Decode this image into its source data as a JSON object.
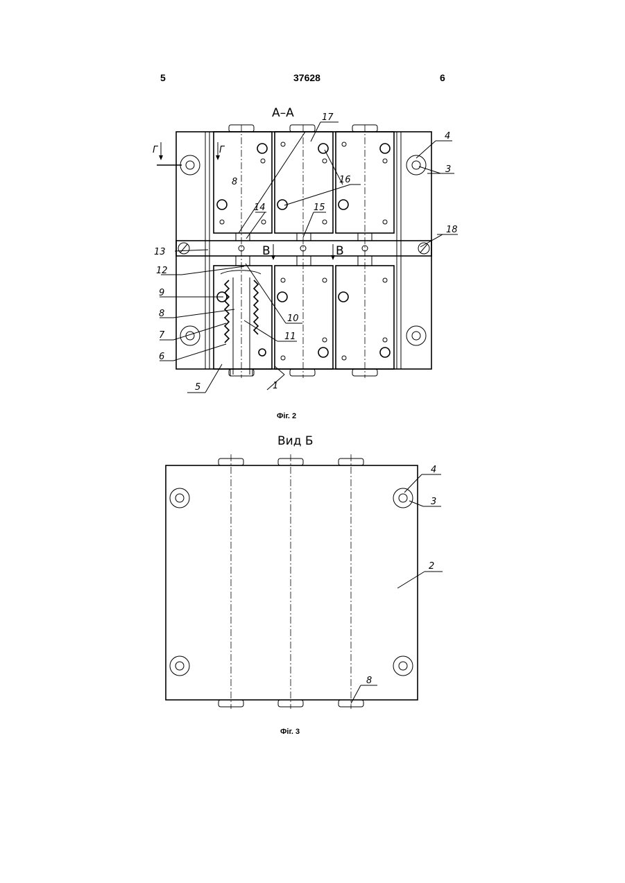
{
  "header": {
    "page_left": "5",
    "patent_number": "37628",
    "page_right": "6"
  },
  "fig2": {
    "section_title": "А–А",
    "caption": "Фіг. 2",
    "section_marks": [
      "Г",
      "Г",
      "В",
      "В"
    ],
    "callouts": [
      "1",
      "3",
      "4",
      "5",
      "6",
      "7",
      "8",
      "8",
      "9",
      "10",
      "11",
      "12",
      "13",
      "14",
      "15",
      "16",
      "17",
      "18"
    ]
  },
  "fig3": {
    "view_title": "Вид Б",
    "caption": "Фіг. 3",
    "callouts": [
      "2",
      "3",
      "4",
      "8"
    ]
  }
}
